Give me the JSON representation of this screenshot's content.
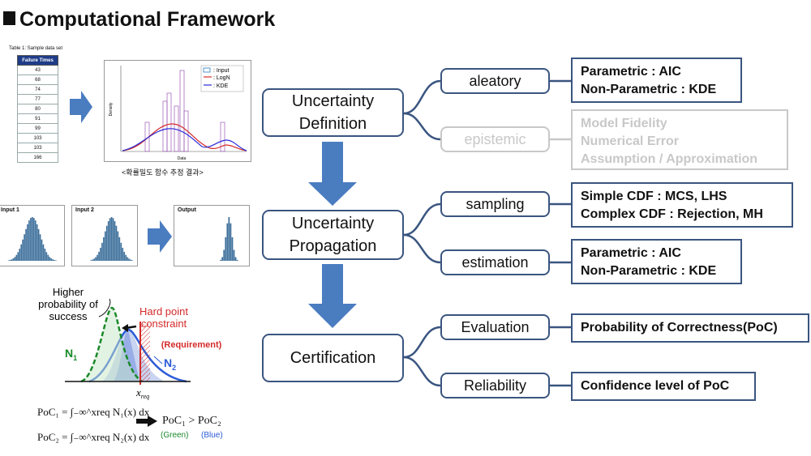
{
  "title": "Computational Framework",
  "table": {
    "caption": "Table 1: Sample data set",
    "header": "Failure Times",
    "values": [
      "43",
      "68",
      "74",
      "77",
      "80",
      "91",
      "99",
      "103",
      "103",
      "166"
    ]
  },
  "pdf_plot": {
    "legend": [
      ": Input",
      ": LogN",
      ": KDE"
    ],
    "x_label": "Data",
    "y_label": "Density",
    "caption": "<확률밀도 함수 추정 결과>"
  },
  "histograms": {
    "input1": "Input 1",
    "input2": "Input 2",
    "output": "Output"
  },
  "poc_figure": {
    "higher_prob": [
      "Higher",
      "probability of",
      "success"
    ],
    "hard_point": [
      "Hard point",
      "constraint"
    ],
    "requirement": "(Requirement)",
    "n1": "N",
    "n1_sub": "1",
    "n2": "N",
    "n2_sub": "2",
    "xreq": "x",
    "xreq_sub": "req",
    "formula1": "PoC₁ = ∫₋∞^xreq N₁(x) dx",
    "formula2": "PoC₂ = ∫₋∞^xreq N₂(x) dx",
    "comparison": "PoC₁ > PoC₂",
    "green_label": "(Green)",
    "blue_label": "(Blue)",
    "colors": {
      "green": "#1a8a2a",
      "blue": "#2a5bd7",
      "red": "#d42a2a"
    }
  },
  "flow": {
    "stages": [
      [
        "Uncertainty",
        "Definition"
      ],
      [
        "Uncertainty",
        "Propagation"
      ],
      [
        "Certification"
      ]
    ],
    "sub": {
      "aleatory": "aleatory",
      "epistemic": "epistemic",
      "sampling": "sampling",
      "estimation": "estimation",
      "evaluation": "Evaluation",
      "reliability": "Reliability"
    },
    "results": {
      "aleatory": [
        "Parametric : AIC",
        "Non-Parametric : KDE"
      ],
      "epistemic": [
        "Model Fidelity",
        "Numerical Error",
        "Assumption / Approximation"
      ],
      "sampling": [
        "Simple CDF : MCS, LHS",
        "Complex CDF : Rejection, MH"
      ],
      "estimation": [
        "Parametric : AIC",
        "Non-Parametric : KDE"
      ],
      "evaluation": [
        "Probability of Correctness(PoC)"
      ],
      "reliability": [
        "Confidence level of PoC"
      ]
    },
    "colors": {
      "border": "#3a5580",
      "arrow": "#4a7cc0",
      "dim": "#c8c8c8"
    }
  }
}
